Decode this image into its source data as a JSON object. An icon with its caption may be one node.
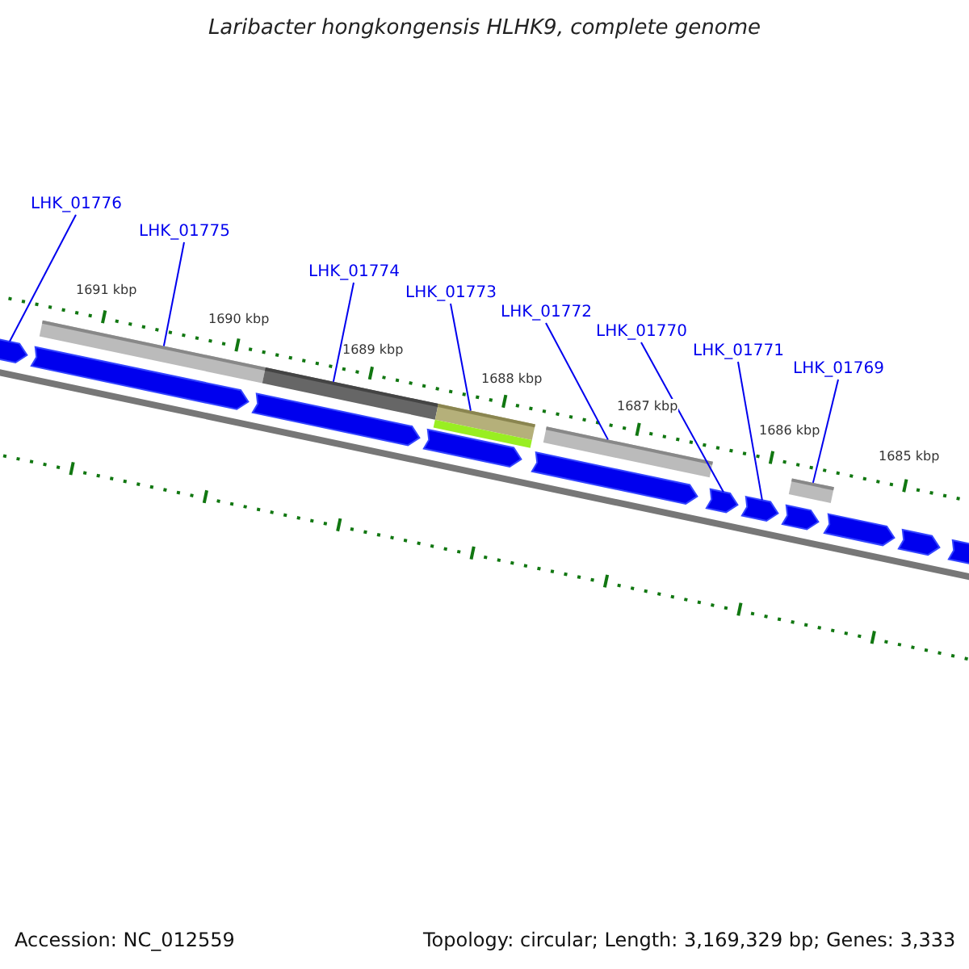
{
  "diagram": {
    "title": "Laribacter hongkongensis HLHK9, complete genome",
    "nodes": [
      {
        "text": [
          "LHK_01776"
        ]
      },
      {
        "text": [
          "LHK_01775"
        ]
      },
      {
        "text": [
          "LHK_01774"
        ]
      },
      {
        "text": [
          "LHK_01773"
        ]
      },
      {
        "text": [
          "LHK_01772"
        ]
      },
      {
        "text": [
          "LHK_01770"
        ]
      },
      {
        "text": [
          "LHK_01771"
        ]
      },
      {
        "text": [
          "LHK_01769"
        ]
      },
      {
        "text": [],
        "shape": "bar"
      },
      {
        "text": [],
        "shape": "bar"
      },
      {
        "text": [],
        "shape": "bar"
      },
      {
        "text": [],
        "shape": "bar"
      },
      {
        "text": [],
        "shape": "bar"
      },
      {
        "text": [],
        "shape": "pentagon"
      },
      {
        "text": [],
        "shape": "pentagon"
      },
      {
        "text": [],
        "shape": "pentagon"
      },
      {
        "text": [],
        "shape": "pentagon"
      },
      {
        "text": [],
        "shape": "pentagon"
      },
      {
        "text": [],
        "shape": "pentagon"
      },
      {
        "text": [],
        "shape": "pentagon"
      },
      {
        "text": [],
        "shape": "pentagon"
      },
      {
        "text": [],
        "shape": "pentagon"
      },
      {
        "text": [],
        "shape": "pentagon"
      },
      {
        "text": [],
        "shape": "pentagon"
      }
    ],
    "edges": [
      {
        "from": 0,
        "to": 13,
        "arrow": "none"
      },
      {
        "from": 1,
        "to": 8,
        "arrow": "none"
      },
      {
        "from": 2,
        "to": 9,
        "arrow": "none"
      },
      {
        "from": 3,
        "to": 10,
        "arrow": "none"
      },
      {
        "from": 4,
        "to": 11,
        "arrow": "none"
      },
      {
        "from": 5,
        "to": 18,
        "arrow": "none"
      },
      {
        "from": 6,
        "to": 19,
        "arrow": "none"
      },
      {
        "from": 7,
        "to": 12,
        "arrow": "none"
      }
    ],
    "labels": [
      "1691 kbp",
      "1690 kbp",
      "1689 kbp",
      "1688 kbp",
      "1687 kbp",
      "1686 kbp",
      "1685 kbp",
      "Accession: NC_012559",
      "Topology: circular; Length: 3,169,329 bp; Genes: 3,333"
    ]
  }
}
